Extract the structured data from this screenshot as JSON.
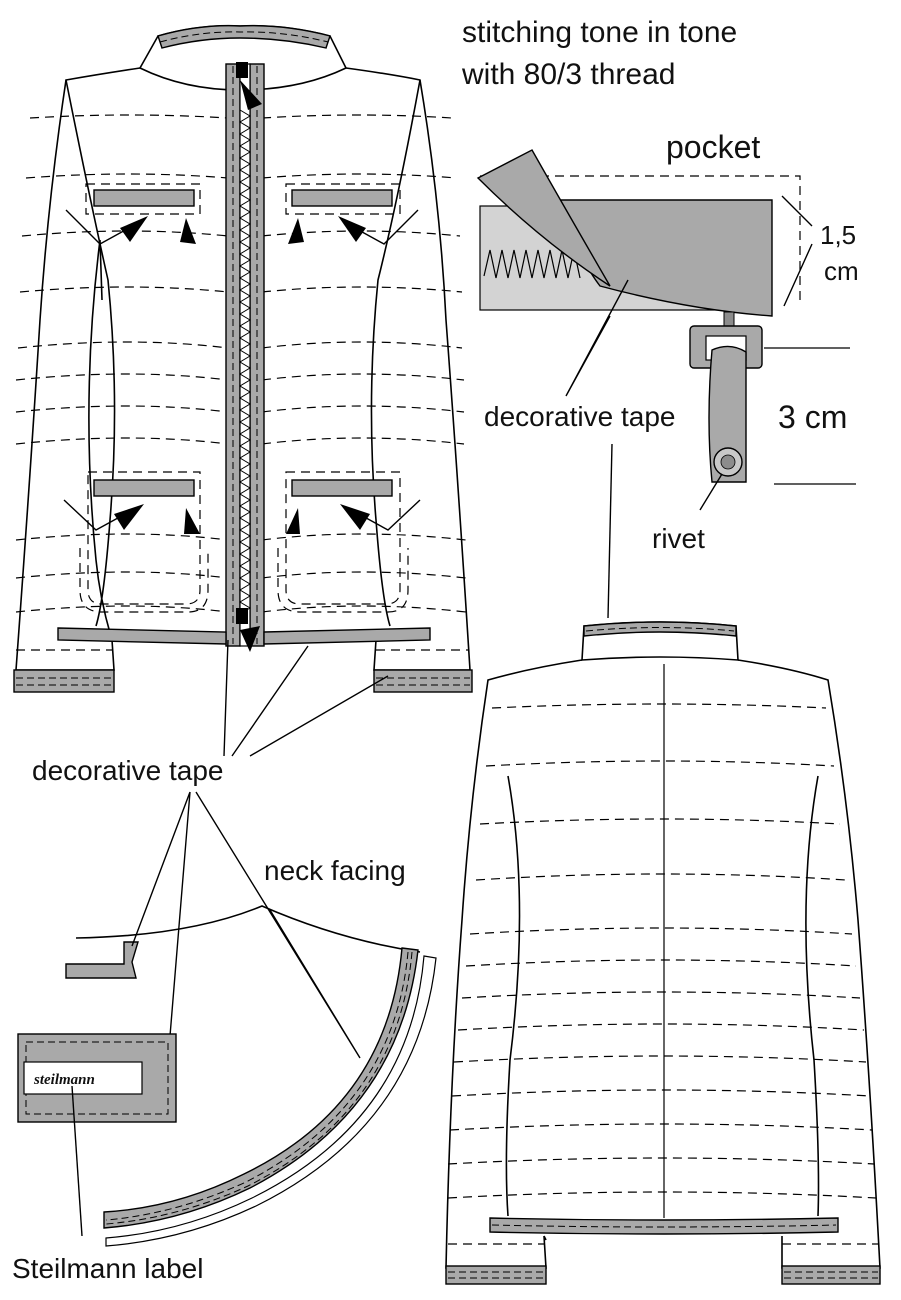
{
  "labels": {
    "title_line1": "stitching tone in tone",
    "title_line2": "with 80/3 thread",
    "pocket": "pocket",
    "pocket_height_1": "1,5",
    "pocket_height_2": "cm",
    "decorative_tape_right": "decorative tape",
    "tab_length": "3 cm",
    "rivet": "rivet",
    "decorative_tape_left": "decorative tape",
    "neck_facing": "neck facing",
    "brand_label": "steilmann",
    "steilmann_label": "Steilmann label"
  },
  "colors": {
    "tape_grey": "#a9a9a9",
    "light_grey": "#d3d3d3",
    "outline": "#000000"
  }
}
